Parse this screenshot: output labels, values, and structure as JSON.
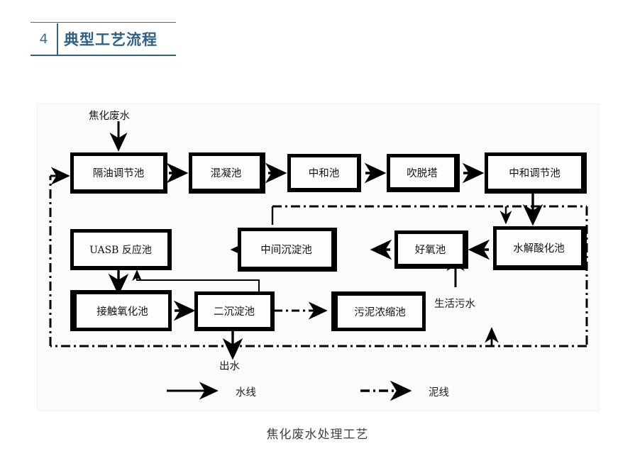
{
  "header": {
    "number": "4",
    "title": "典型工艺流程",
    "accent_color": "#2f6188"
  },
  "diagram": {
    "background_color": "#fbfbfb",
    "line_color": "#000000",
    "nodes": [
      {
        "id": "oil-separation-regulation-tank",
        "label": "隔油调节池"
      },
      {
        "id": "coagulation-tank",
        "label": "混凝池"
      },
      {
        "id": "neutralization-tank",
        "label": "中和池"
      },
      {
        "id": "stripping-tower",
        "label": "吹脱塔"
      },
      {
        "id": "neutralization-regulation-tank",
        "label": "中和调节池"
      },
      {
        "id": "uasb-reactor",
        "label": "UASB 反应池"
      },
      {
        "id": "intermediate-sedimentation-tank",
        "label": "中间沉淀池"
      },
      {
        "id": "aerobic-tank",
        "label": "好氧池"
      },
      {
        "id": "hydrolysis-acidification-tank",
        "label": "水解酸化池"
      },
      {
        "id": "contact-oxidation-tank",
        "label": "接触氧化池"
      },
      {
        "id": "secondary-sedimentation-tank",
        "label": "二沉淀池"
      },
      {
        "id": "sludge-thickening-tank",
        "label": "污泥浓缩池"
      }
    ],
    "free_labels": [
      {
        "id": "influent-label",
        "text": "焦化废水"
      },
      {
        "id": "domestic-sewage-label",
        "text": "生活污水"
      },
      {
        "id": "effluent-label",
        "text": "出水"
      }
    ],
    "legend": [
      {
        "id": "water-line",
        "label": "水线",
        "style": "solid"
      },
      {
        "id": "sludge-line",
        "label": "泥线",
        "style": "dash-dot"
      }
    ]
  },
  "caption": {
    "text": "焦化废水处理工艺"
  }
}
